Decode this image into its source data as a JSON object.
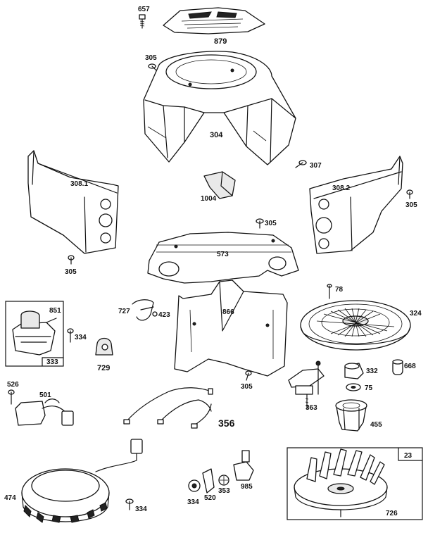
{
  "callouts": {
    "p657": "657",
    "p879": "879",
    "p305_top": "305",
    "p304": "304",
    "p307": "307",
    "p308_1": "308.1",
    "p308_2": "308.2",
    "p1004": "1004",
    "p305_right": "305",
    "p305_left": "305",
    "p305_mid": "305",
    "p573": "573",
    "p78": "78",
    "p727": "727",
    "p423": "423",
    "p866": "866",
    "p851": "851",
    "p334_box": "334",
    "p333": "333",
    "p729": "729",
    "p324": "324",
    "p305_bottom": "305",
    "p332": "332",
    "p668": "668",
    "p75": "75",
    "p363": "363",
    "p526": "526",
    "p501": "501",
    "p356": "356",
    "p455": "455",
    "p23": "23",
    "p474": "474",
    "p334_bottom": "334",
    "p334_small": "334",
    "p520": "520",
    "p353": "353",
    "p985": "985",
    "p726": "726"
  }
}
